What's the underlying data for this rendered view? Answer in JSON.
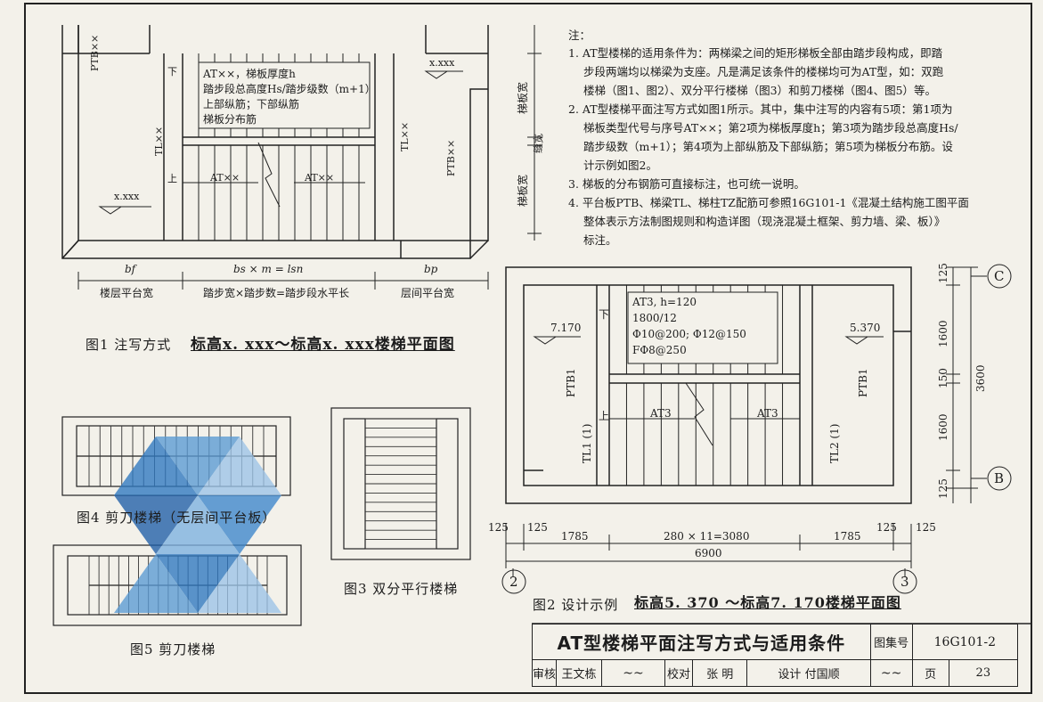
{
  "notes": {
    "heading": "注：",
    "lines": [
      "1. AT型楼梯的适用条件为：两梯梁之间的矩形梯板全部由踏步段构成，即踏",
      "步段两端均以梯梁为支座。凡是满足该条件的楼梯均可为AT型，如：双跑",
      "楼梯（图1、图2）、双分平行楼梯（图3）和剪刀楼梯（图4、图5）等。",
      "2. AT型楼梯平面注写方式如图1所示。其中，集中注写的内容有5项：第1项为",
      "梯板类型代号与序号AT××；第2项为梯板厚度h；第3项为踏步段总高度Hs/",
      "踏步级数（m+1）；第4项为上部纵筋及下部纵筋；第5项为梯板分布筋。设",
      "计示例如图2。",
      "3. 梯板的分布钢筋可直接标注，也可统一说明。",
      "4. 平台板PTB、梯梁TL、梯柱TZ配筋可参照16G101-1《混凝土结构施工图平面",
      "整体表示方法制图规则和构造详图（现浇混凝土框架、剪力墙、梁、板）》",
      "标注。"
    ]
  },
  "fig1": {
    "caption": "图1 注写方式",
    "caption_title": "标高x. xxx～标高x. xxx楼梯平面图",
    "label_lines": [
      "AT××，梯板厚度h",
      "踏步段总高度Hs/踏步级数（m+1）",
      "上部纵筋；下部纵筋",
      "梯板分布筋"
    ],
    "elev_top": "x.xxx",
    "elev_bottom": "x.xxx",
    "ptb_left": "PTB××",
    "ptb_right": "PTB××",
    "tl_left": "TL××",
    "tl_right": "TL××",
    "at_left": "AT××",
    "at_right": "AT××",
    "down": "下",
    "up": "上",
    "dim_bf": "bf",
    "dim_bs": "bs × m = lsn",
    "dim_bp": "bp",
    "lbl_floor": "楼层平台宽",
    "lbl_step": "踏步宽×踏步数=踏步段水平长",
    "lbl_mid": "层间平台宽",
    "side_top": "梯板宽",
    "side_mid": "缝宽",
    "side_bot": "梯板宽"
  },
  "fig2": {
    "caption": "图2 设计示例",
    "caption_title": "标高5. 370 ～标高7. 170楼梯平面图",
    "label_lines": [
      "AT3, h=120",
      "1800/12",
      "Φ10@200; Φ12@150",
      "FΦ8@250"
    ],
    "elev_left": "7.170",
    "elev_right": "5.370",
    "ptb_left": "PTB1",
    "ptb_right": "PTB1",
    "tl_left": "TL1 (1)",
    "tl_right": "TL2 (1)",
    "at_left": "AT3",
    "at_right": "AT3",
    "down": "下",
    "up": "上",
    "dims_bottom": [
      "125",
      "125",
      "1785",
      "280 × 11=3080",
      "1785",
      "125",
      "125"
    ],
    "dim_total": "6900",
    "dims_right": [
      "125",
      "1600",
      "150",
      "1600",
      "125"
    ],
    "dim_right_total": "3600",
    "axis_c": "C",
    "axis_b": "B",
    "axis_2": "2",
    "axis_3": "3"
  },
  "fig3": {
    "caption": "图3 双分平行楼梯"
  },
  "fig4": {
    "caption": "图4 剪刀楼梯（无层间平台板）"
  },
  "fig5": {
    "caption": "图5 剪刀楼梯"
  },
  "title_block": {
    "title": "AT型楼梯平面注写方式与适用条件",
    "atlas_label": "图集号",
    "atlas_no": "16G101-2",
    "review_label": "审核",
    "reviewer": "王文栋",
    "check_label": "校对",
    "checker": "张 明",
    "design_label": "设计",
    "designer": "付国顺",
    "page_label": "页",
    "page_no": "23"
  }
}
